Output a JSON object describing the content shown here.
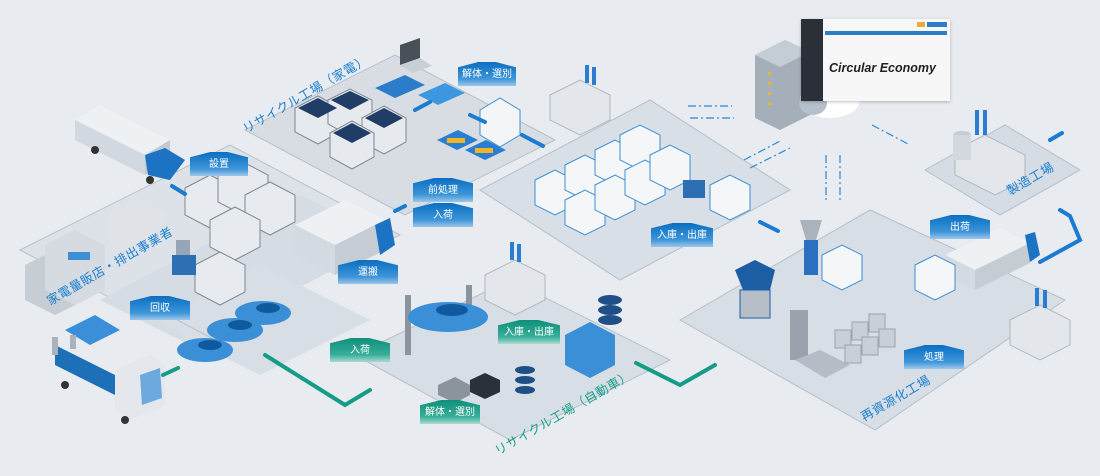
{
  "diagram": {
    "title": "Circular Economy",
    "background_color": "#e8ebef",
    "accent_blue": "#1a7fd1",
    "accent_green": "#18a08a",
    "zones": [
      {
        "id": "retailer",
        "label": "家電量販店・排出事業者",
        "color": "blue"
      },
      {
        "id": "recycle-appliance",
        "label": "リサイクル工場（家電）",
        "color": "blue"
      },
      {
        "id": "warehouse",
        "label": "",
        "color": "blue"
      },
      {
        "id": "recycle-auto",
        "label": "リサイクル工場（自動車）",
        "color": "green"
      },
      {
        "id": "resource-plant",
        "label": "再資源化工場",
        "color": "blue"
      },
      {
        "id": "manufacturing",
        "label": "製造工場",
        "color": "blue"
      }
    ],
    "tags": {
      "install": "設置",
      "collect": "回収",
      "transport": "運搬",
      "preprocess": "前処理",
      "arrival_appliance": "入荷",
      "dismantle_appliance": "解体・選別",
      "storage_warehouse": "入庫・出庫",
      "arrival_auto": "入荷",
      "storage_auto": "入庫・出庫",
      "dismantle_auto": "解体・選別",
      "process": "処理",
      "ship": "出荷"
    },
    "system_screen": {
      "title": "Circular Economy",
      "elements": [
        "sidebar",
        "navbar",
        "action-buttons"
      ]
    },
    "flows": [
      {
        "from": "retailer",
        "to": "recycle-appliance",
        "color": "blue"
      },
      {
        "from": "recycle-appliance",
        "to": "warehouse",
        "color": "blue"
      },
      {
        "from": "warehouse",
        "to": "resource-plant",
        "color": "blue"
      },
      {
        "from": "resource-plant",
        "to": "manufacturing",
        "color": "blue"
      },
      {
        "from": "tow-truck",
        "to": "retailer-cars",
        "color": "green"
      },
      {
        "from": "retailer-cars",
        "to": "recycle-auto",
        "color": "green"
      },
      {
        "from": "recycle-auto",
        "to": "resource-plant",
        "color": "green"
      },
      {
        "from": "cloud",
        "to": "warehouse",
        "type": "data",
        "bidirectional": true
      },
      {
        "from": "cloud",
        "to": "resource-plant",
        "type": "data",
        "bidirectional": true
      },
      {
        "from": "cloud",
        "to": "manufacturing",
        "type": "data"
      },
      {
        "from": "recycle-appliance",
        "to": "server",
        "type": "data",
        "bidirectional": true
      }
    ]
  }
}
